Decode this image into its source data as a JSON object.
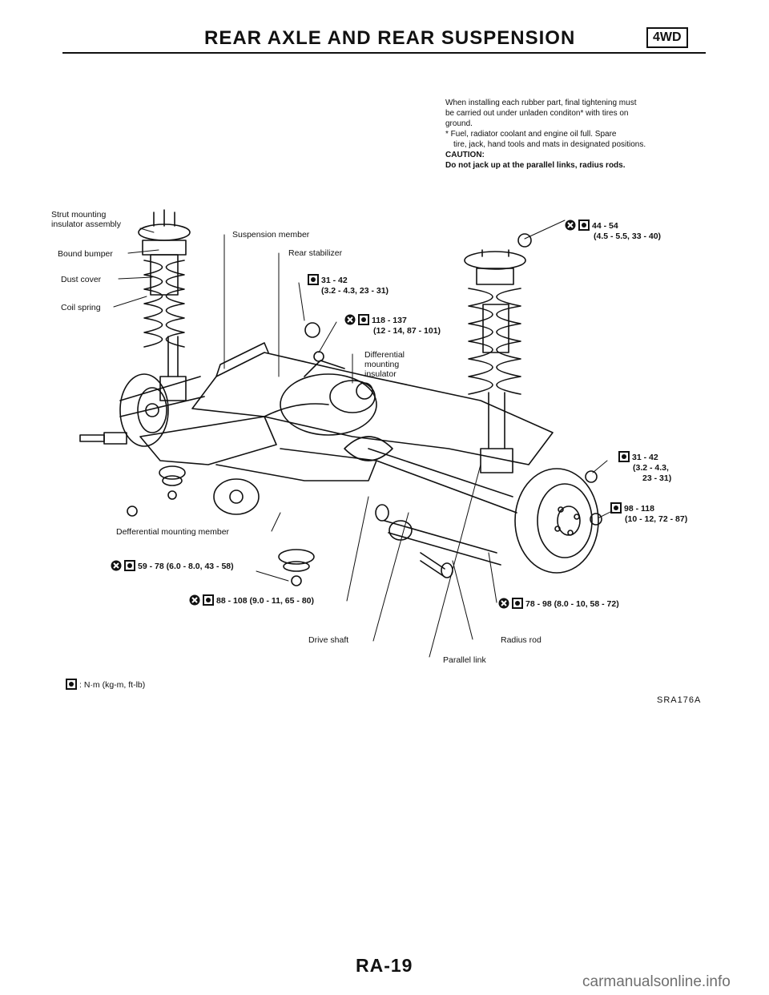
{
  "header": {
    "title": "REAR AXLE AND REAR SUSPENSION",
    "badge": "4WD"
  },
  "note": {
    "line1": "When installing each rubber part, final tightening must",
    "line2": "be carried out under unladen conditon* with tires on",
    "line3": "ground.",
    "line4": "* Fuel, radiator coolant and engine oil full. Spare",
    "line5": "tire, jack, hand tools and mats in designated positions.",
    "caution_title": "CAUTION:",
    "caution_text": "Do not jack up at the parallel links, radius rods."
  },
  "labels": {
    "strut_mounting_1": "Strut mounting",
    "strut_mounting_2": "insulator assembly",
    "bound_bumper": "Bound bumper",
    "dust_cover": "Dust cover",
    "coil_spring": "Coil spring",
    "suspension_member": "Suspension member",
    "rear_stabilizer": "Rear stabilizer",
    "differential_insulator_1": "Differential",
    "differential_insulator_2": "mounting",
    "differential_insulator_3": "insulator",
    "differential_member": "Defferential mounting member",
    "drive_shaft": "Drive shaft",
    "radius_rod": "Radius rod",
    "parallel_link": "Parallel link"
  },
  "torques": {
    "strut_top_1": "44 - 54",
    "strut_top_2": "(4.5 - 5.5, 33 - 40)",
    "stabilizer_1": "31 - 42",
    "stabilizer_2": "(3.2 - 4.3, 23 - 31)",
    "member_1": "118 - 137",
    "member_2": "(12 - 14, 87 - 101)",
    "right_stab_1": "31 - 42",
    "right_stab_2": "(3.2 - 4.3,",
    "right_stab_3": "23 - 31)",
    "hub_1": "98 - 118",
    "hub_2": "(10 - 12, 72 - 87)",
    "diff_left": "59 - 78 (6.0 - 8.0, 43 - 58)",
    "diff_bottom": "88 - 108 (9.0 - 11, 65 - 80)",
    "radius_rod": "78 - 98 (8.0 - 10, 58 - 72)"
  },
  "legend": {
    "text": ": N·m (kg-m, ft-lb)"
  },
  "figure_code": "SRA176A",
  "page_number": "RA-19",
  "watermark": "carmanualsonline.info"
}
